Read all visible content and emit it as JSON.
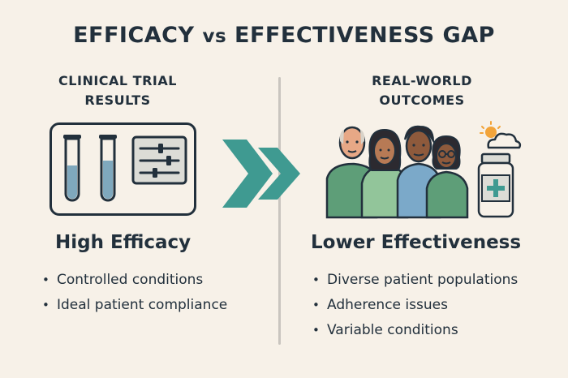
{
  "title": {
    "part1": "EFFICACY",
    "vs": "vs",
    "part2": "EFFECTIVENESS GAP"
  },
  "left": {
    "heading_line1": "CLINICAL TRIAL",
    "heading_line2": "RESULTS",
    "big_label": "High Efficacy",
    "bullets": [
      "Controlled conditions",
      "Ideal patient compliance"
    ]
  },
  "right": {
    "heading_line1": "REAL-WORLD",
    "heading_line2": "OUTCOMES",
    "big_label": "Lower Effectiveness",
    "bullets": [
      "Diverse patient populations",
      "Adherence issues",
      "Variable conditions"
    ]
  },
  "colors": {
    "background": "#f7f1e8",
    "ink": "#22303c",
    "teal": "#3f9a91",
    "green": "#5e9e78",
    "lightGreen": "#92c59a",
    "blue": "#7ba9c9",
    "liquid": "#7fa8bd",
    "sun": "#f2a43a"
  },
  "icons": [
    "test-tube-icon",
    "sliders-icon",
    "double-chevron-icon",
    "people-icon",
    "medicine-bottle-icon",
    "sun-cloud-icon"
  ]
}
